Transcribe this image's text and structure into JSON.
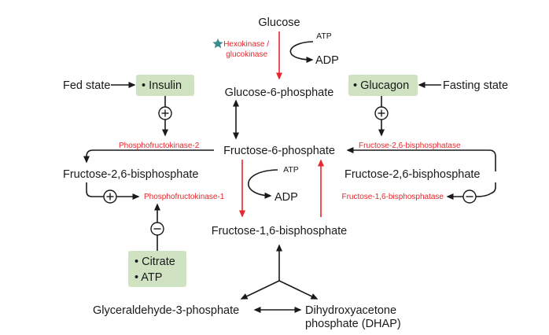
{
  "metabolites": {
    "glucose": "Glucose",
    "g6p": "Glucose-6-phosphate",
    "f6p": "Fructose-6-phosphate",
    "f16bp": "Fructose-1,6-bisphosphate",
    "f26bp_left": "Fructose-2,6-bisphosphate",
    "f26bp_right": "Fructose-2,6-bisphosphate",
    "g3p": "Glyceraldehyde-3-phosphate",
    "dhap_line1": "Dihydroxyacetone",
    "dhap_line2": "phosphate (DHAP)"
  },
  "enzymes": {
    "hexokinase_line1": "Hexokinase /",
    "hexokinase_line2": "glucokinase",
    "pfk2": "Phosphofructokinase-2",
    "pfk1": "Phosphofructokinase-1",
    "f26bpase": "Fructose-2,6-bisphosphatase",
    "f16bpase": "Fructose-1,6-bisphosphatase"
  },
  "cofactors": {
    "atp_top": "ATP",
    "adp_top": "ADP",
    "atp_mid": "ATP",
    "adp_mid": "ADP"
  },
  "states": {
    "fed": "Fed state",
    "fasting": "Fasting state"
  },
  "regulators": {
    "insulin": "• Insulin",
    "glucagon": "• Glucagon",
    "citrate": "• Citrate",
    "atp": "• ATP"
  },
  "signs": {
    "plus": "+",
    "minus": "−"
  },
  "colors": {
    "enzyme_red": "#e8262b",
    "box_green": "#cfe3c3",
    "star_teal": "#3a8c8c",
    "arrow_black": "#1a1a1a"
  },
  "icons": {
    "star": "star-icon"
  }
}
